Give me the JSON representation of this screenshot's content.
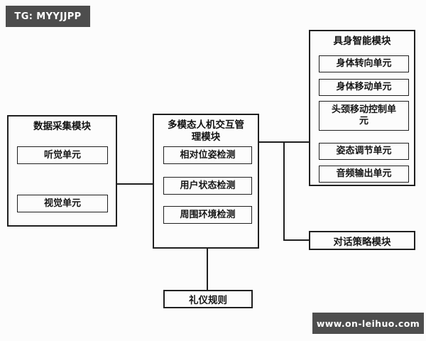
{
  "badges": {
    "top_left": "TG: MYYJJPP",
    "bottom_right": "www.on-leihuo.com"
  },
  "diagram": {
    "data_collection": {
      "title": "数据采集模块",
      "units": [
        {
          "label": "听觉单元"
        },
        {
          "label": "视觉单元"
        }
      ]
    },
    "interaction_management": {
      "title": "多模态人机交互管理模块",
      "units": [
        {
          "label": "相对位姿检测"
        },
        {
          "label": "用户状态检测"
        },
        {
          "label": "周围环境检测"
        }
      ]
    },
    "embodied_intelligence": {
      "title": "具身智能模块",
      "units": [
        {
          "label": "身体转向单元"
        },
        {
          "label": "身体移动单元"
        },
        {
          "label": "头颈移动控制单元"
        },
        {
          "label": "姿态调节单元"
        },
        {
          "label": "音频输出单元"
        }
      ]
    },
    "dialogue_strategy": {
      "title": "对话策略模块"
    },
    "etiquette_rules": {
      "title": "礼仪规则"
    }
  },
  "colors": {
    "background": "#fcfcfc",
    "border": "#1f1f1f",
    "badge_bg": "#4d4d4d",
    "badge_text": "#ffffff"
  }
}
